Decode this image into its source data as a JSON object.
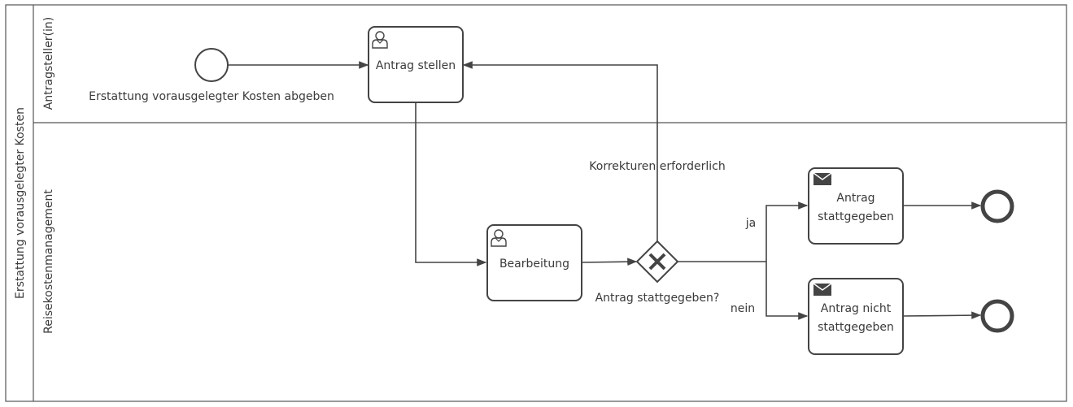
{
  "pool": {
    "label": "Erstattung vorausgelegter Kosten"
  },
  "lanes": [
    {
      "label": "Antragsteller(in)"
    },
    {
      "label": "Reisekostenmanagement"
    }
  ],
  "start_event": {
    "label": "Erstattung vorausgelegter Kosten abgeben"
  },
  "tasks": {
    "antrag_stellen": {
      "label": "Antrag stellen",
      "icon": "user-icon"
    },
    "bearbeitung": {
      "label": "Bearbeitung",
      "icon": "user-icon"
    },
    "stattgegeben": {
      "line1": "Antrag",
      "line2": "stattgegeben",
      "icon": "envelope-icon"
    },
    "nicht_stattgegeben": {
      "line1": "Antrag nicht",
      "line2": "stattgegeben",
      "icon": "envelope-icon"
    }
  },
  "gateway": {
    "label": "Antrag stattgegeben?"
  },
  "flows": {
    "korrekturen": "Korrekturen erforderlich",
    "ja": "ja",
    "nein": "nein"
  },
  "colors": {
    "stroke": "#444444",
    "text": "#3a3a3a"
  }
}
